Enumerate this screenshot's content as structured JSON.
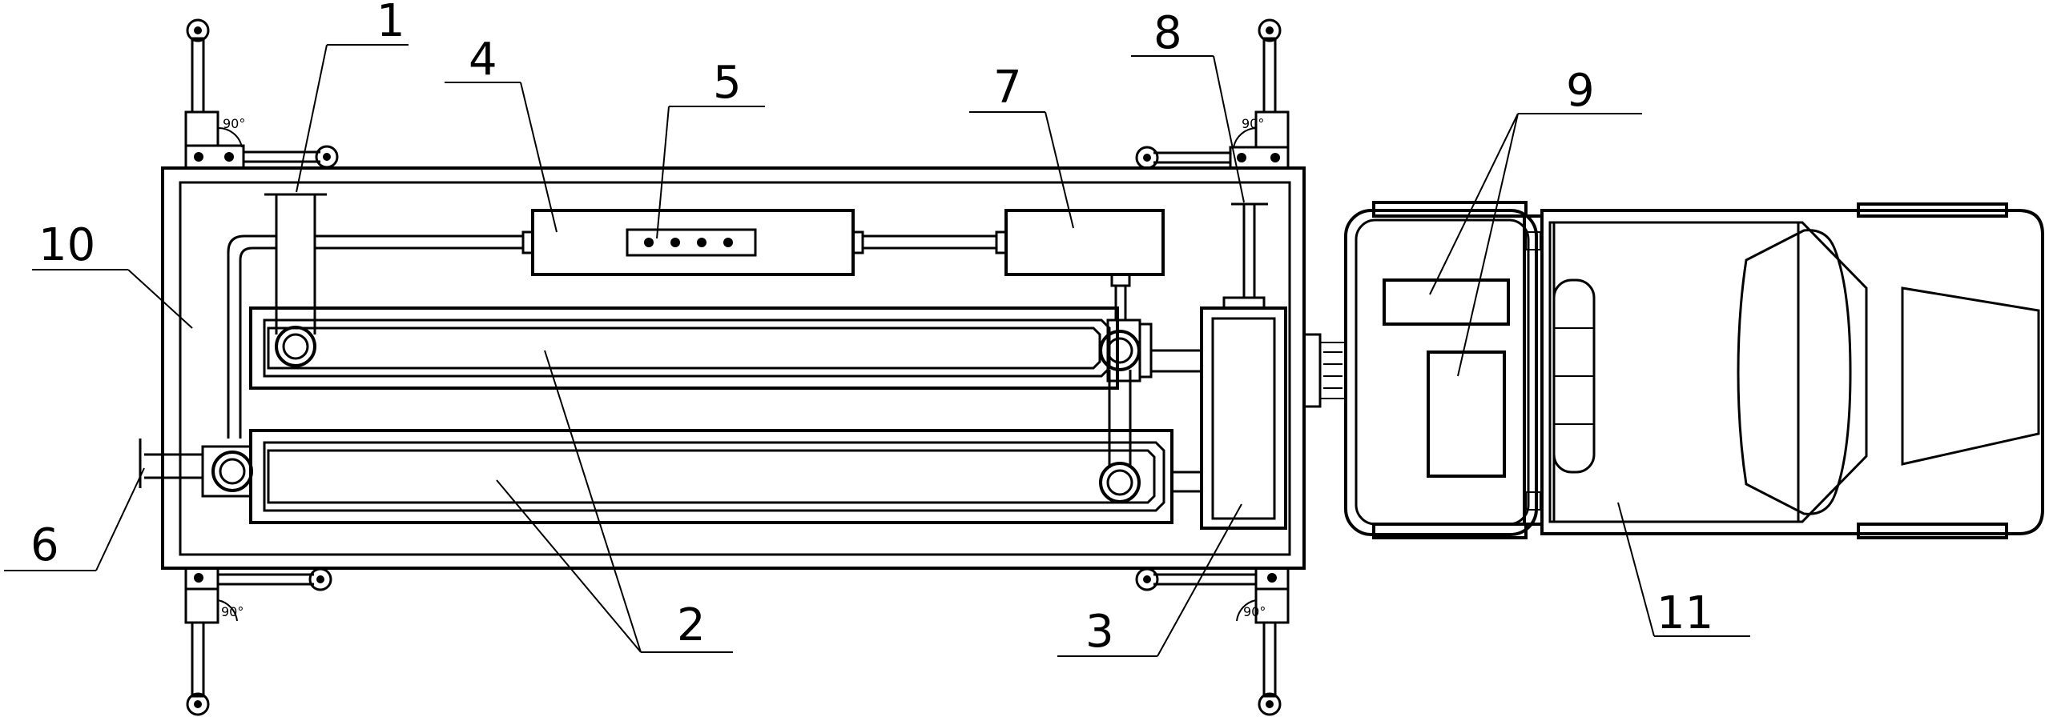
{
  "callouts": [
    {
      "id": "1",
      "label": "1"
    },
    {
      "id": "2",
      "label": "2"
    },
    {
      "id": "3",
      "label": "3"
    },
    {
      "id": "4",
      "label": "4"
    },
    {
      "id": "5",
      "label": "5"
    },
    {
      "id": "6",
      "label": "6"
    },
    {
      "id": "7",
      "label": "7"
    },
    {
      "id": "8",
      "label": "8"
    },
    {
      "id": "9",
      "label": "9"
    },
    {
      "id": "10",
      "label": "10"
    },
    {
      "id": "11",
      "label": "11"
    }
  ],
  "angle_marks": [
    "90°",
    "90°",
    "90°",
    "90°"
  ]
}
